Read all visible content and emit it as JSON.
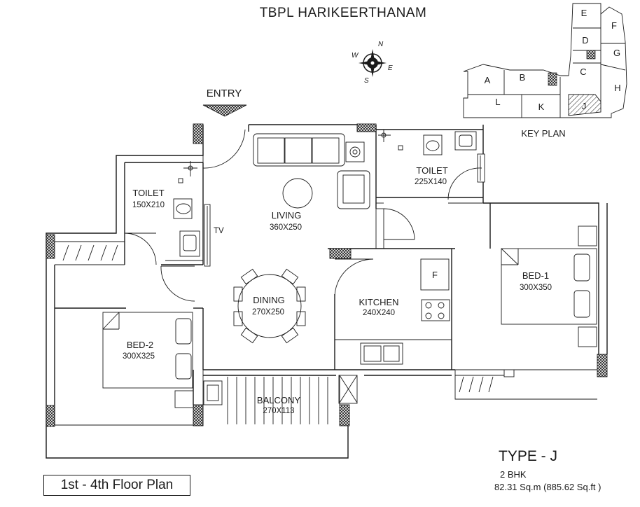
{
  "project_title": "TBPL  HARIKEERTHANAM",
  "entry_label": "ENTRY",
  "compass": {
    "n": "N",
    "e": "E",
    "s": "S",
    "w": "W"
  },
  "key_plan": {
    "label": "KEY PLAN",
    "units": [
      "A",
      "B",
      "C",
      "D",
      "E",
      "F",
      "G",
      "H",
      "J",
      "K",
      "L"
    ],
    "highlighted": "J"
  },
  "rooms": {
    "toilet_left": {
      "name": "TOILET",
      "dim": "150X210"
    },
    "toilet_right": {
      "name": "TOILET",
      "dim": "225X140"
    },
    "living": {
      "name": "LIVING",
      "dim": "360X250"
    },
    "dining": {
      "name": "DINING",
      "dim": "270X250"
    },
    "kitchen": {
      "name": "KITCHEN",
      "dim": "240X240"
    },
    "bed1": {
      "name": "BED-1",
      "dim": "300X350"
    },
    "bed2": {
      "name": "BED-2",
      "dim": "300X325"
    },
    "balcony": {
      "name": "BALCONY",
      "dim": "270X113"
    }
  },
  "fixtures": {
    "tv": "TV",
    "fridge": "F"
  },
  "floor_plan_label": "1st - 4th Floor Plan",
  "unit_type": "TYPE - J",
  "bhk": "2 BHK",
  "area": "82.31 Sq.m  (885.62 Sq.ft )",
  "colors": {
    "line": "#1a1a1a",
    "background": "#ffffff",
    "hatch": "#1a1a1a"
  }
}
